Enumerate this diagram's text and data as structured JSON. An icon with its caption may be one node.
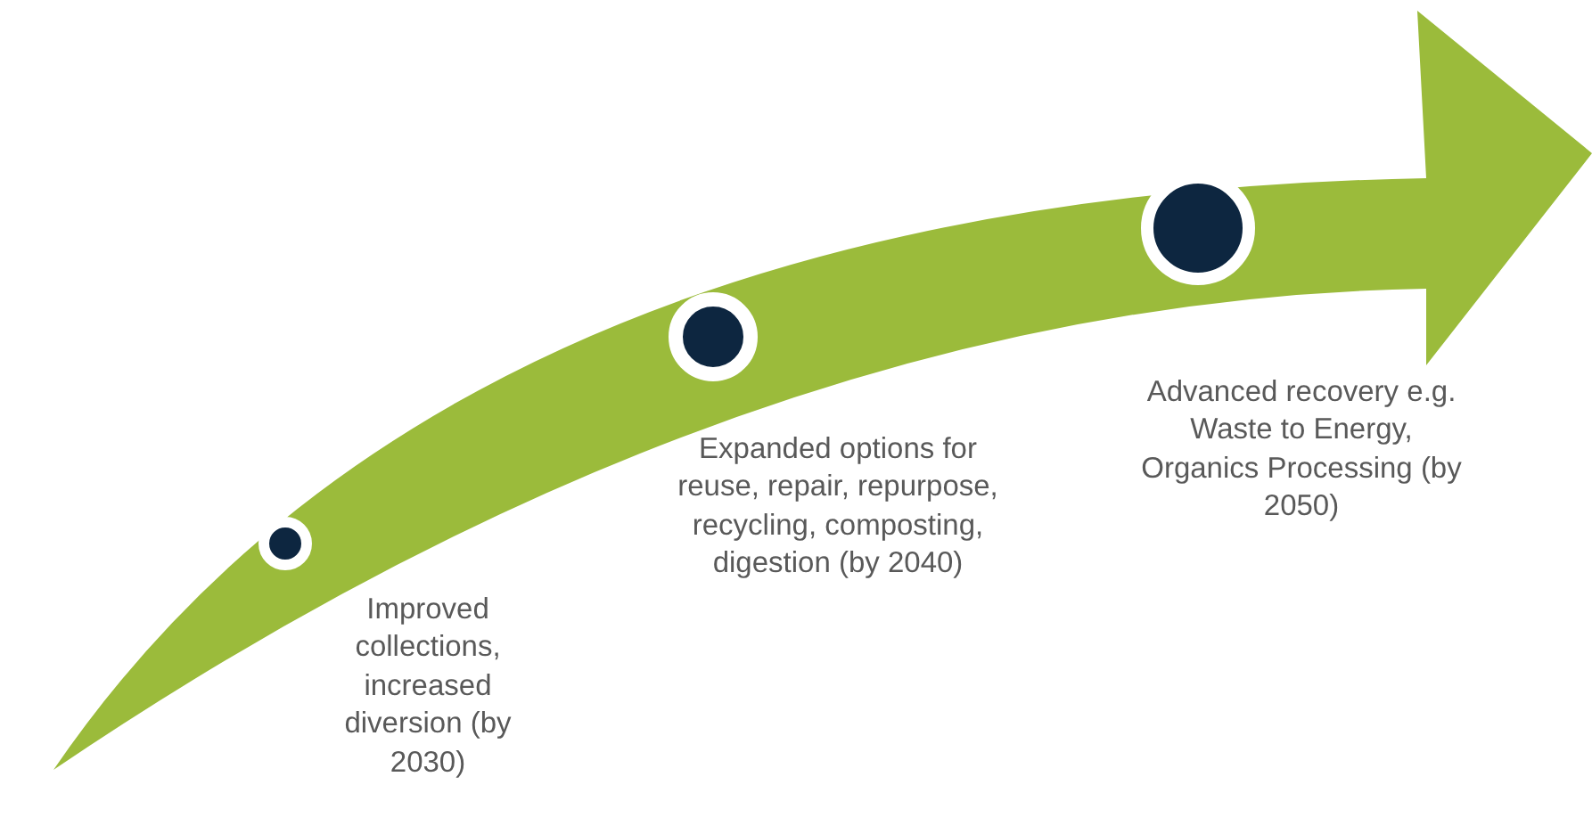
{
  "diagram": {
    "nodes": [
      {
        "text": [],
        "shape": "circle",
        "beside": [
          "Improved collections, increased diversion (by 2030)"
        ]
      },
      {
        "text": [],
        "shape": "circle",
        "beside": [
          "Expanded options for reuse, repair, repurpose, recycling, composting, digestion (by 2040)"
        ]
      },
      {
        "text": [],
        "shape": "circle",
        "beside": [
          "Advanced recovery e.g. Waste to Energy, Organics Processing (by 2050)"
        ]
      }
    ]
  }
}
